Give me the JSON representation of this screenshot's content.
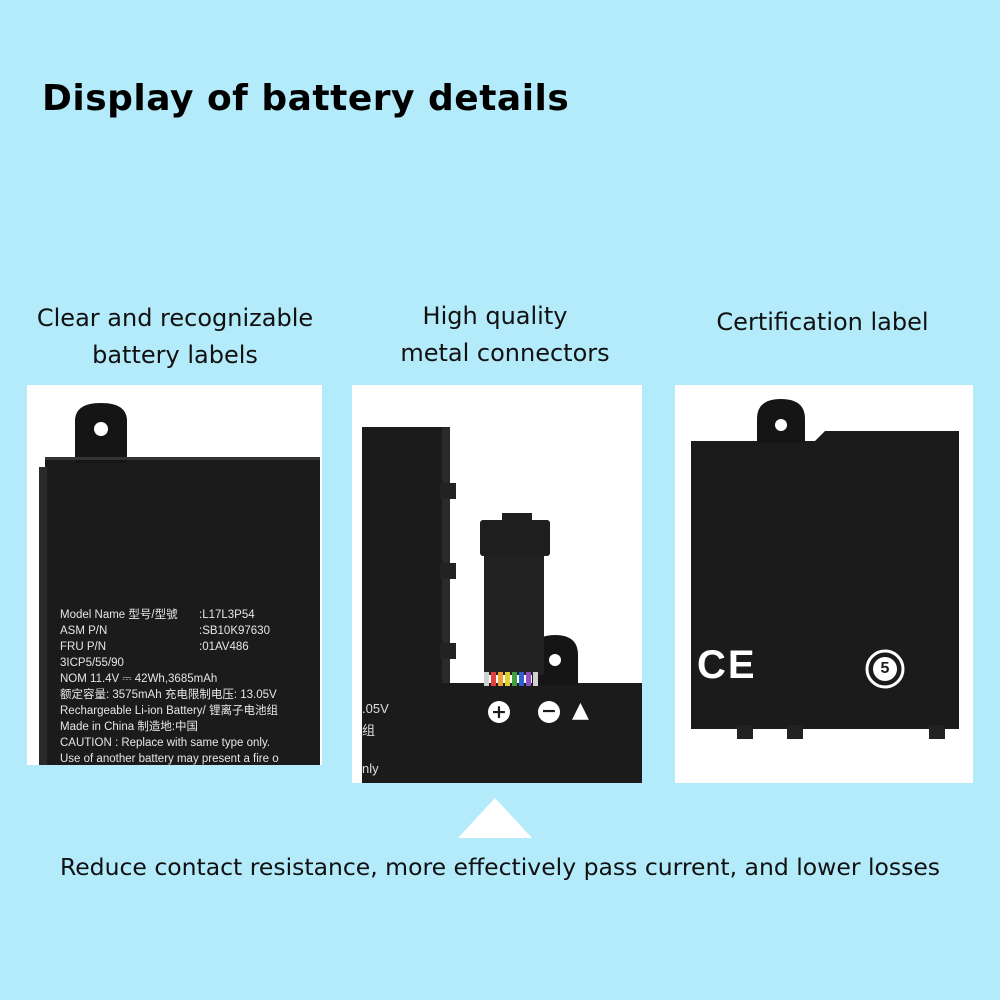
{
  "page_title": "Display of battery details",
  "captions": {
    "left": [
      "Clear and recognizable",
      "battery labels"
    ],
    "middle": [
      "High quality",
      "metal connectors"
    ],
    "right": "Certification label"
  },
  "battery_label": {
    "lines": [
      "Model Name  型号/型號",
      "ASM P/N",
      "FRU P/N",
      "3ICP5/55/90",
      "NOM 11.4V ⎓ 42Wh,3685mAh",
      "额定容量: 3575mAh   充电限制电压: 13.05V",
      "Rechargeable Li-ion Battery/ 锂离子电池组",
      "Made in China   制造地:中国",
      "CAUTION : Replace with same type only.",
      "Use of another battery may present a fire  o"
    ],
    "values": [
      ":L17L3P54",
      ":SB10K97630",
      ":01AV486"
    ]
  },
  "connector_panel": {
    "partial_label_1": ".05V",
    "partial_label_2": "组",
    "partial_label_3": "nly",
    "polarity": [
      "+",
      "−",
      "▲"
    ]
  },
  "cert_panel": {
    "ce_mark": "CE",
    "recycle_number": "5"
  },
  "bottom_text": "Reduce contact resistance, more effectively pass current, and lower losses",
  "colors": {
    "background": "#b3ebfb",
    "battery_body": "#1b1b1b",
    "panel": "#ffffff"
  }
}
